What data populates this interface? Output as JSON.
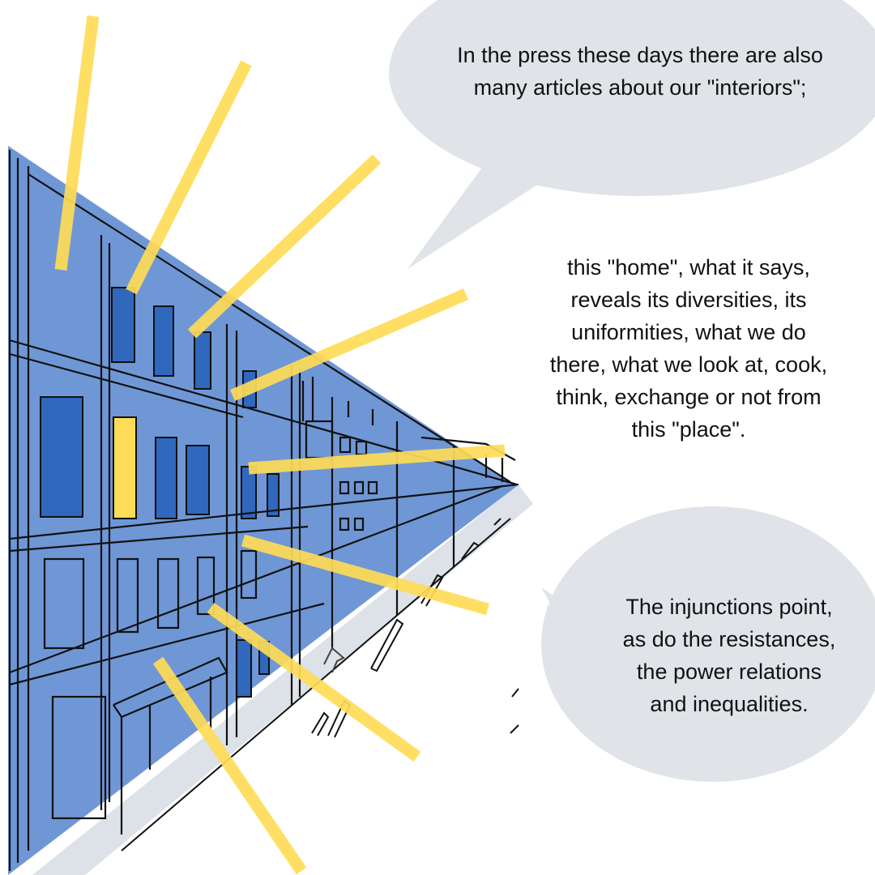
{
  "colors": {
    "background": "#ffffff",
    "bubble": "#e0e4e9",
    "building_blue": "#6f97d6",
    "window_blue": "#2f68bd",
    "ray_yellow": "#ffdc57",
    "street_grey": "#dde2e8",
    "ink": "#111111"
  },
  "icons": {
    "illustration": "street-building-sketch-icon",
    "rays": "spotlight-rays-icon",
    "arrow": "road-arrow-icon"
  },
  "bubbles": {
    "top": {
      "lines": [
        "In the press these days there are also",
        "many articles about our \"interiors\";"
      ]
    },
    "middle": {
      "lines": [
        "this \"home\", what it says,",
        "reveals its diversities, its",
        "uniformities, what we do",
        "there, what we look at, cook,",
        "think, exchange or not from",
        "this \"place\"."
      ]
    },
    "bottom": {
      "lines": [
        "The injunctions point,",
        "as do the resistances,",
        "the power relations",
        "and inequalities."
      ]
    }
  }
}
